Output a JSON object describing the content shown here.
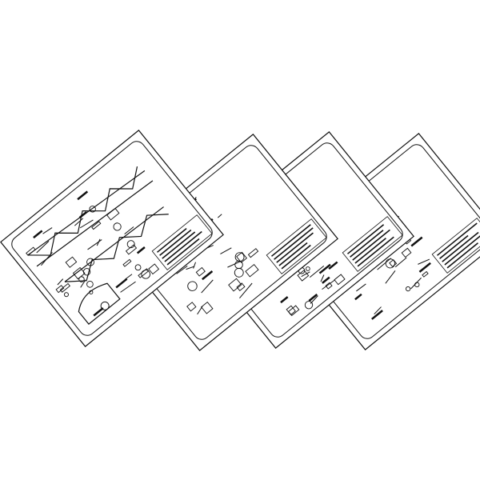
{
  "colors": {
    "background": "#ffffff",
    "paper": "#ffffff",
    "ink": "#111111"
  },
  "sheets": [
    {
      "id": "sheet-1",
      "content": "fuselage-frame-drawing"
    },
    {
      "id": "sheet-2",
      "content": "component-details-drawing"
    },
    {
      "id": "sheet-3",
      "content": "fittings-details-drawing"
    },
    {
      "id": "sheet-4",
      "content": "parts-details-drawing"
    }
  ]
}
